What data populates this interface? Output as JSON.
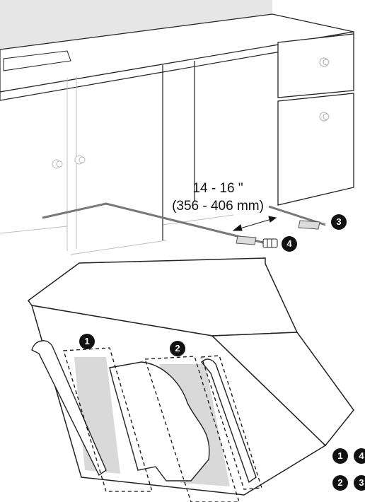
{
  "measurement": {
    "imperial": "14 - 16 \"",
    "metric": "(356 - 406 mm)"
  },
  "callouts": {
    "c1": "1",
    "c2": "2",
    "c3": "3",
    "c4": "4"
  },
  "legend": {
    "r1a": "1",
    "r1b": "4",
    "r2a": "2",
    "r2b": "3"
  },
  "colors": {
    "line": "#222222",
    "light_line": "#bdbdbd",
    "shade": "#d9d9d9",
    "badge": "#111111"
  }
}
